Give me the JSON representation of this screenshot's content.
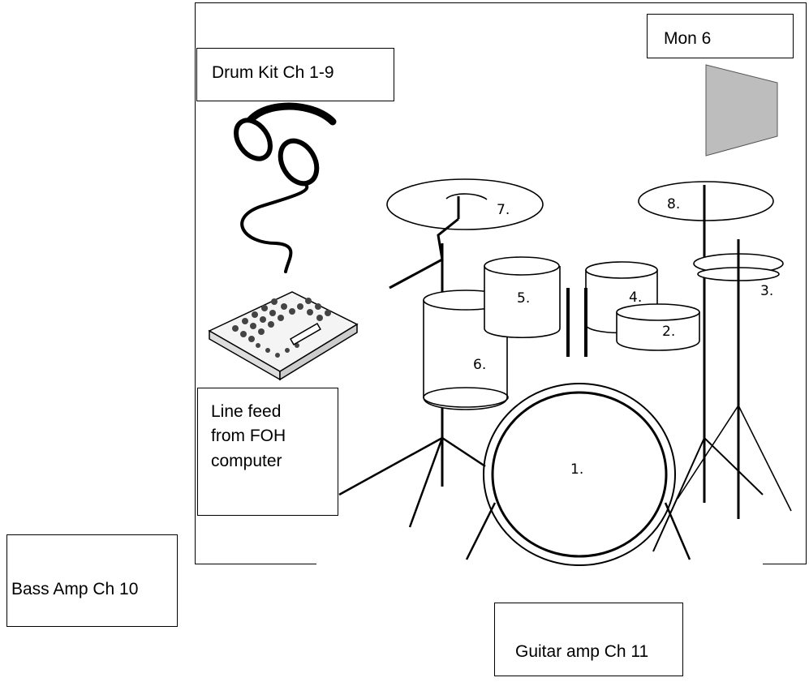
{
  "labels": {
    "drum_kit": "Drum Kit Ch 1-9",
    "monitor": "Mon 6",
    "line_feed": [
      "Line feed",
      "from FOH",
      "computer"
    ],
    "bass_amp": "Bass Amp Ch 10",
    "guitar_amp": "Guitar amp Ch 11"
  },
  "drum_numbers": {
    "n1": "1.",
    "n2": "2.",
    "n3": "3.",
    "n4": "4.",
    "n5": "5.",
    "n6": "6.",
    "n7": "7.",
    "n8": "8."
  },
  "colors": {
    "monitor_fill": "#bdbdbd",
    "stroke": "#000000"
  },
  "icons": [
    "headphones-icon",
    "mixer-icon",
    "drum-kit-illustration",
    "monitor-wedge-icon"
  ]
}
